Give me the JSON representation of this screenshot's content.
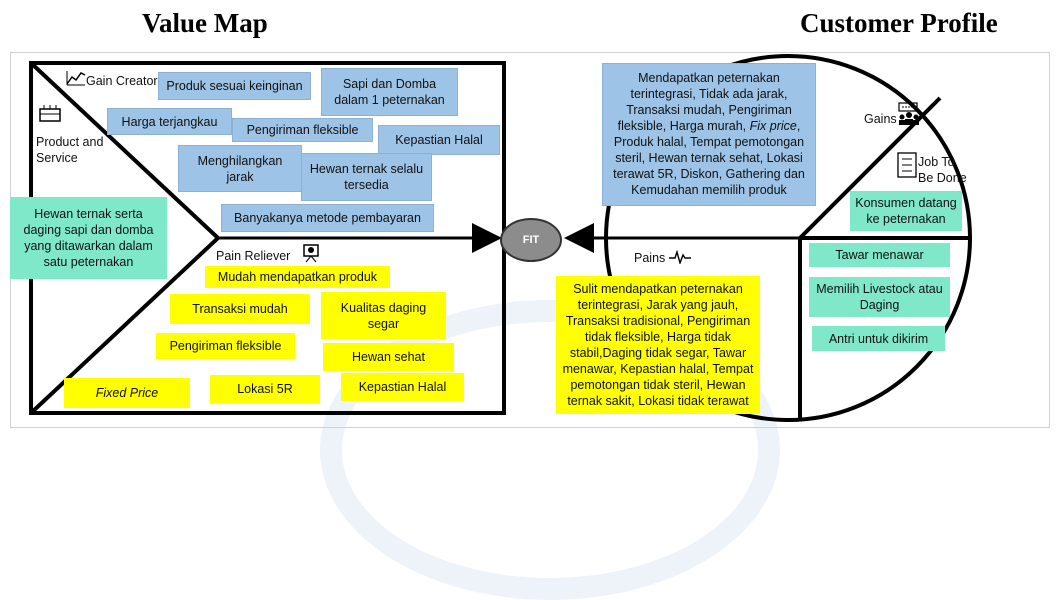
{
  "titles": {
    "value_map": "Value Map",
    "customer_profile": "Customer Profile"
  },
  "value_map": {
    "gain_creator_label": "Gain Creator",
    "product_service_label": "Product and Service",
    "pain_reliever_label": "Pain Reliever",
    "product_service_note": "Hewan ternak serta daging sapi dan domba yang ditawarkan dalam satu peternakan",
    "gain_creators": [
      "Produk sesuai keinginan",
      "Sapi dan Domba dalam 1 peternakan",
      "Harga terjangkau",
      "Pengiriman fleksible",
      "Kepastian Halal",
      "Menghilangkan jarak",
      "Hewan ternak selalu tersedia",
      "Banyakanya metode pembayaran"
    ],
    "pain_relievers": [
      "Mudah mendapatkan produk",
      "Transaksi mudah",
      "Kualitas daging segar",
      "Pengiriman fleksible",
      "Hewan sehat",
      "Fixed Price",
      "Lokasi 5R",
      "Kepastian Halal"
    ]
  },
  "fit_label": "FIT",
  "customer_profile": {
    "gains_label": "Gains",
    "jobs_label": "Job To Be Done",
    "pains_label": "Pains",
    "gains_text_before": "Mendapatkan peternakan terintegrasi, Tidak ada jarak, Transaksi mudah, Pengiriman fleksible, Harga murah, ",
    "gains_text_italic": "Fix price",
    "gains_text_after": ", Produk halal, Tempat pemotongan steril, Hewan ternak sehat, Lokasi terawat 5R, Diskon, Gathering dan Kemudahan memilih produk",
    "jobs": [
      "Konsumen datang ke peternakan",
      "Tawar menawar",
      "Memilih Livestock atau Daging",
      "Antri untuk dikirim"
    ],
    "pains_text": "Sulit mendapatkan peternakan terintegrasi, Jarak yang jauh, Transaksi tradisional, Pengiriman tidak fleksible, Harga tidak stabil,Daging tidak segar, Tawar menawar, Kepastian halal, Tempat pemotongan tidak steril, Hewan ternak sakit, Lokasi tidak terawat"
  },
  "colors": {
    "blue_note": "#9dc3e6",
    "yellow_note": "#ffff00",
    "green_note": "#7ee8c8",
    "fit_fill": "#8c8c8c"
  },
  "icons": [
    "chart-icon",
    "gift-icon",
    "easel-icon",
    "heartbeat-icon",
    "cash-icon",
    "people-icon",
    "checklist-icon"
  ]
}
